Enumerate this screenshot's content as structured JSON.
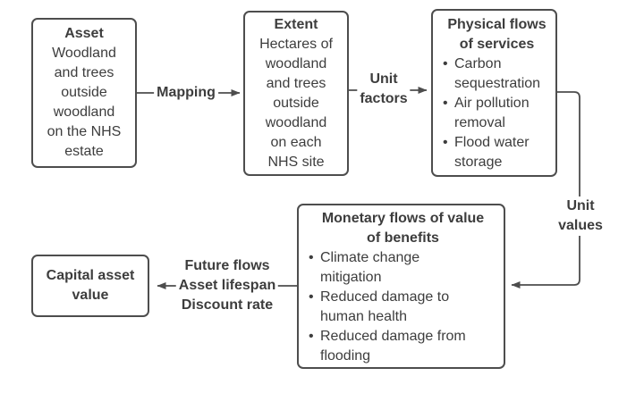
{
  "diagram": {
    "background": "#ffffff",
    "colors": {
      "box_border": "#4d4d4d",
      "box_fill": "#ffffff",
      "text": "#3d3d3d",
      "arrow": "#4d4d4d"
    },
    "boxes": {
      "asset": {
        "title": "Asset",
        "body_lines": [
          "Woodland",
          "and trees",
          "outside",
          "woodland",
          "on the NHS",
          "estate"
        ]
      },
      "extent": {
        "title": "Extent",
        "body_lines": [
          "Hectares of",
          "woodland",
          "and trees",
          "outside",
          "woodland",
          "on each",
          "NHS site"
        ]
      },
      "physical_flows": {
        "title_lines": [
          "Physical flows",
          "of services"
        ],
        "bullets": [
          [
            "Carbon",
            "sequestration"
          ],
          [
            "Air pollution",
            "removal"
          ],
          [
            "Flood water",
            "storage"
          ]
        ]
      },
      "monetary_flows": {
        "title_lines": [
          "Monetary flows of value",
          "of benefits"
        ],
        "bullets": [
          [
            "Climate change",
            "mitigation"
          ],
          [
            "Reduced damage to",
            "human health"
          ],
          [
            "Reduced damage from",
            "flooding"
          ]
        ]
      },
      "capital": {
        "title_lines": [
          "Capital asset",
          "value"
        ]
      }
    },
    "arrow_labels": {
      "mapping": "Mapping",
      "unit_factors_lines": [
        "Unit",
        "factors"
      ],
      "unit_values": "Unit values",
      "capitalisation_lines": [
        "Future flows",
        "Asset lifespan",
        "Discount rate"
      ]
    }
  }
}
